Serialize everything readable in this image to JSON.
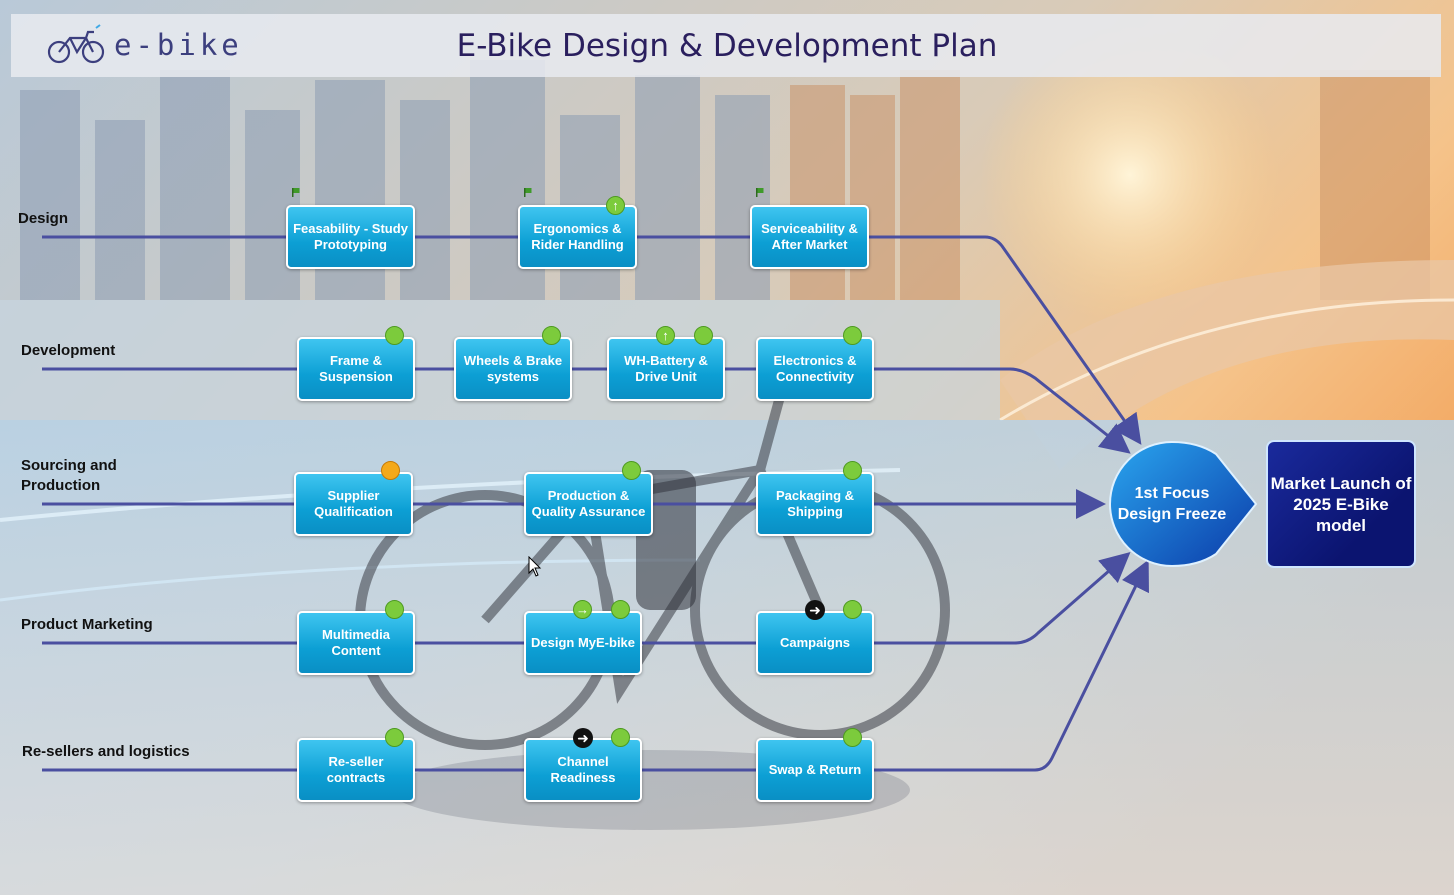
{
  "header": {
    "logo_text": "e-bike",
    "title": "E-Bike Design & Development Plan"
  },
  "colors": {
    "task_fill": "#0c9fd4",
    "lane_line": "#4a4fa0",
    "status_green": "#7ccb3c",
    "status_orange": "#f4a91a",
    "milestone_fill": "#1565c0",
    "launch_fill": "#0b1470"
  },
  "lanes": [
    {
      "label": "Design"
    },
    {
      "label": "Development"
    },
    {
      "label": "Sourcing and Production"
    },
    {
      "label": "Product Marketing"
    },
    {
      "label": "Re-sellers and logistics"
    }
  ],
  "tasks": {
    "design": [
      {
        "label": "Feasability - Study Prototyping",
        "status": "flag"
      },
      {
        "label": "Ergonomics & Rider Handling",
        "status": "flag+up-arrow"
      },
      {
        "label": "Serviceability & After Market",
        "status": "flag"
      }
    ],
    "development": [
      {
        "label": "Frame & Suspension",
        "status": "green"
      },
      {
        "label": "Wheels & Brake systems",
        "status": "green"
      },
      {
        "label": "WH-Battery & Drive Unit",
        "status": "up-arrow+green"
      },
      {
        "label": "Electronics & Connectivity",
        "status": "green"
      }
    ],
    "sourcing": [
      {
        "label": "Supplier Qualification",
        "status": "orange"
      },
      {
        "label": "Production & Quality Assurance",
        "status": "green"
      },
      {
        "label": "Packaging & Shipping",
        "status": "green"
      }
    ],
    "marketing": [
      {
        "label": "Multimedia Content",
        "status": "green"
      },
      {
        "label": "Design MyE-bike",
        "status": "right-arrow+green"
      },
      {
        "label": "Campaigns",
        "status": "black-arrow+green"
      }
    ],
    "resellers": [
      {
        "label": "Re-seller contracts",
        "status": "green"
      },
      {
        "label": "Channel Readiness",
        "status": "black-arrow+green"
      },
      {
        "label": "Swap & Return",
        "status": "green"
      }
    ]
  },
  "milestone": {
    "line1": "1st Focus",
    "line2": "Design Freeze"
  },
  "launch": {
    "label": "Market Launch of 2025 E-Bike model"
  }
}
